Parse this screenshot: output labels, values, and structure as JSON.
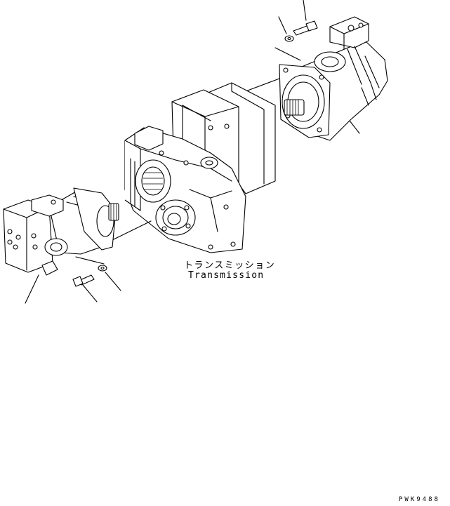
{
  "diagram": {
    "label_jp": "トランスミッション",
    "label_en": "Transmission",
    "drawing_code": "PWK9488"
  }
}
